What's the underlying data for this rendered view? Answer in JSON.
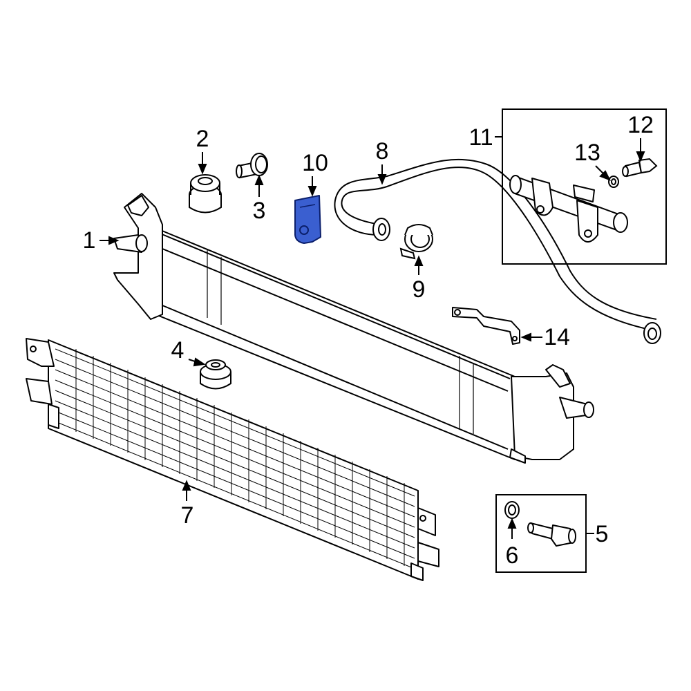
{
  "diagram": {
    "callouts": [
      {
        "id": "1",
        "label": "1"
      },
      {
        "id": "2",
        "label": "2"
      },
      {
        "id": "3",
        "label": "3"
      },
      {
        "id": "4",
        "label": "4"
      },
      {
        "id": "5",
        "label": "5"
      },
      {
        "id": "6",
        "label": "6"
      },
      {
        "id": "7",
        "label": "7"
      },
      {
        "id": "8",
        "label": "8"
      },
      {
        "id": "9",
        "label": "9"
      },
      {
        "id": "10",
        "label": "10"
      },
      {
        "id": "11",
        "label": "11"
      },
      {
        "id": "12",
        "label": "12"
      },
      {
        "id": "13",
        "label": "13"
      },
      {
        "id": "14",
        "label": "14"
      }
    ],
    "highlighted_part": "10",
    "colors": {
      "line": "#000000",
      "background": "#ffffff",
      "highlight_fill": "#3a5fd0",
      "highlight_stroke": "#0b1f6b"
    }
  }
}
